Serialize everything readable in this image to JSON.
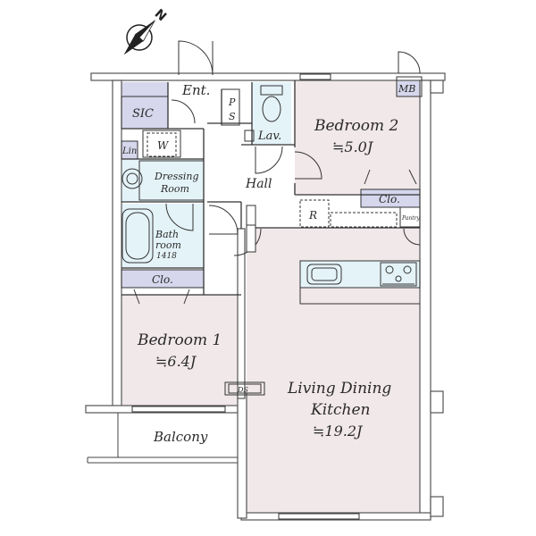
{
  "rooms": {
    "entrance": "Ent.",
    "sic": "SIC",
    "ps_top": "P",
    "ps_bottom": "S",
    "lavatory": "Lav.",
    "bedroom2_name": "Bedroom 2",
    "bedroom2_size": "≒5.0J",
    "mb": "MB",
    "washer": "W",
    "linen": "Lin",
    "dressing_line1": "Dressing",
    "dressing_line2": "Room",
    "hall": "Hall",
    "closet_b2": "Clo.",
    "refrigerator": "R",
    "pantry": "Pantry",
    "bath_line1": "Bath",
    "bath_line2": "room",
    "bath_size": "1418",
    "closet_b1": "Clo.",
    "bedroom1_name": "Bedroom 1",
    "bedroom1_size": "≒6.4J",
    "ldk_line1": "Living Dining",
    "ldk_line2": "Kitchen",
    "ldk_size": "≒19.2J",
    "ds": "DS",
    "balcony": "Balcony"
  },
  "compass": {
    "north_label": "N"
  },
  "colors": {
    "room_fill": "#f1e8ea",
    "storage_fill": "#d6d6ec",
    "wet_fill": "#e4f3f8",
    "wall": "#777777",
    "outline": "#333333"
  }
}
